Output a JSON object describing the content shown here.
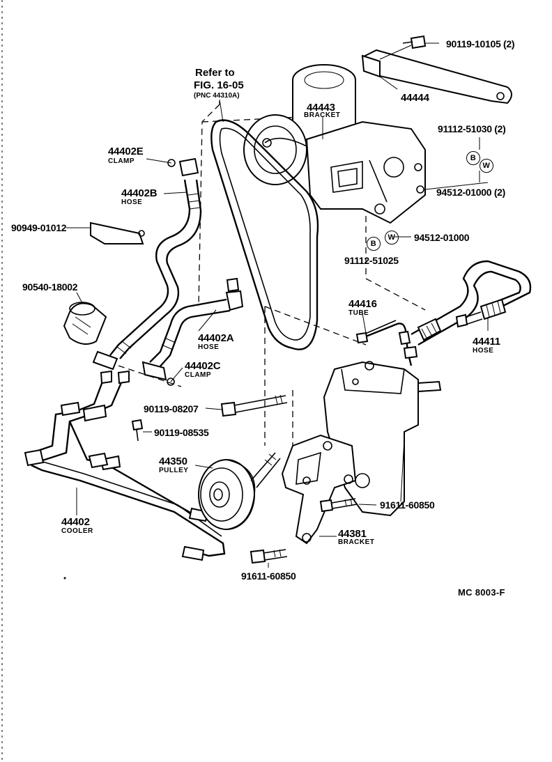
{
  "refer": {
    "line1": "Refer to",
    "line2": "FIG. 16-05",
    "line3": "(PNC 44310A)"
  },
  "drawing_code": "MC  8003-F",
  "parts": {
    "p90119_10105": "90119-10105 (2)",
    "p44444": "44444",
    "p44443": "44443",
    "p44443_sub": "BRACKET",
    "p91112_51030": "91112-51030 (2)",
    "p94512_01000_2": "94512-01000 (2)",
    "p94512_01000": "94512-01000",
    "p91112_51025": "91112-51025",
    "p44402E": "44402E",
    "p44402E_sub": "CLAMP",
    "p44402B": "44402B",
    "p44402B_sub": "HOSE",
    "p90949_01012": "90949-01012",
    "p90540_18002": "90540-18002",
    "p44416": "44416",
    "p44416_sub": "TUBE",
    "p44411": "44411",
    "p44411_sub": "HOSE",
    "p44402A": "44402A",
    "p44402A_sub": "HOSE",
    "p44402C": "44402C",
    "p44402C_sub": "CLAMP",
    "p90119_08207": "90119-08207",
    "p90119_08535": "90119-08535",
    "p44350": "44350",
    "p44350_sub": "PULLEY",
    "p91611_60850_a": "91611-60850",
    "p44402": "44402",
    "p44402_sub": "COOLER",
    "p44381": "44381",
    "p44381_sub": "BRACKET",
    "p91611_60850_b": "91611-60850"
  },
  "markers": {
    "bolt_b": "B",
    "washer_w": "W"
  }
}
